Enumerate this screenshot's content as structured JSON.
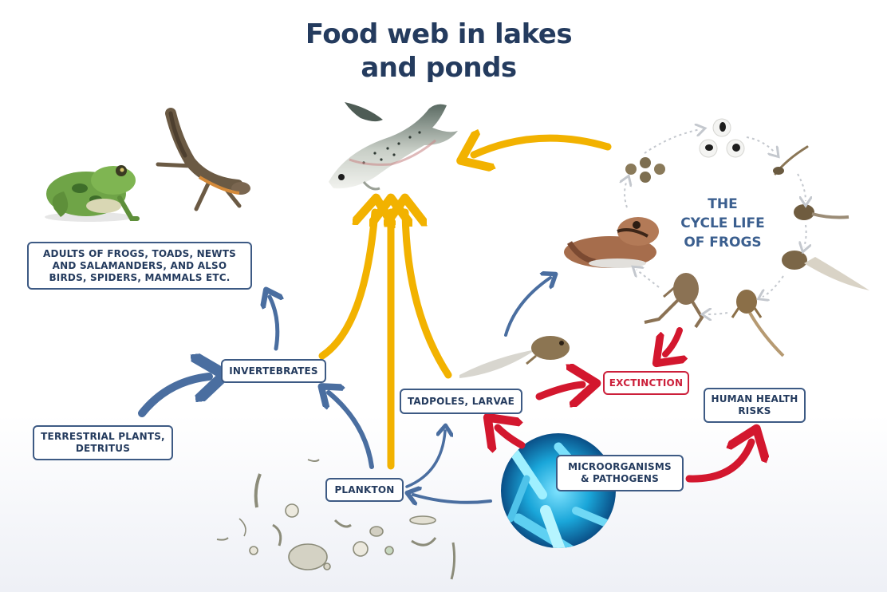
{
  "title": {
    "line1": "Food web in lakes",
    "line2": "and ponds"
  },
  "nodes": {
    "adults": "ADULTS OF FROGS, TOADS, NEWTS AND SALAMANDERS, AND ALSO BIRDS, SPIDERS, MAMMALS ETC.",
    "invertebrates": "INVERTEBRATES",
    "terrestrial": "TERRESTRIAL PLANTS, DETRITUS",
    "plankton": "PLANKTON",
    "tadpoles": "TADPOLES, LARVAE",
    "extinction": "EXCTINCTION",
    "human_health": "HUMAN HEALTH RISKS",
    "microorganisms": "MICROORGANISMS & PATHOGENS"
  },
  "cycle_label": {
    "line1": "THE",
    "line2": "CYCLE LIFE",
    "line3": "OF FROGS"
  },
  "colors": {
    "title": "#243b5e",
    "box_border": "#3d5a84",
    "blue_arrow": "#4a6ea0",
    "yellow_arrow": "#f2b200",
    "red_arrow": "#d3172e",
    "cycle_text": "#3b5f8f"
  },
  "images": [
    "green-frog-photo",
    "newt-photo",
    "trout-fish-photo",
    "frog-eggs-photo",
    "tadpole-photo",
    "brown-frog-photo",
    "froglet-photo",
    "plankton-micrograph",
    "bacteria-micrograph"
  ]
}
